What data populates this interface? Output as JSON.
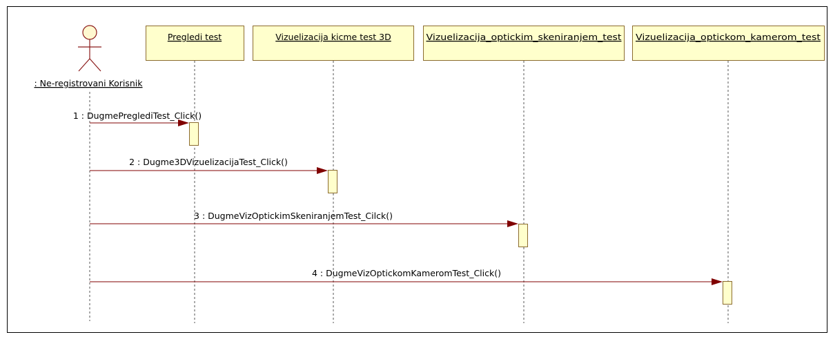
{
  "actor": {
    "label": ": Ne-registrovani Korisnik",
    "icon": "stick-figure-actor-icon"
  },
  "participants": [
    {
      "id": "p1",
      "label": "Pregledi test"
    },
    {
      "id": "p2",
      "label": "Vizuelizacija kicme test 3D"
    },
    {
      "id": "p3",
      "label": "Vizuelizacija_optickim_skeniranjem_test"
    },
    {
      "id": "p4",
      "label": "Vizuelizacija_optickom_kamerom_test"
    }
  ],
  "messages": [
    {
      "label": "1 : DugmePreglediTest_Click()",
      "to": "p1"
    },
    {
      "label": "2 : Dugme3DVizuelizacijaTest_Click()",
      "to": "p2"
    },
    {
      "label": "3 : DugmeVizOptickimSkeniranjemTest_Cilck()",
      "to": "p3"
    },
    {
      "label": "4 : DugmeVizOptickomKameromTest_Click()",
      "to": "p4"
    }
  ],
  "colors": {
    "box_fill": "#ffffcc",
    "box_stroke": "#8b6b2e",
    "message_line": "#800000",
    "lifeline": "#555555",
    "actor_stroke": "#8b1a1a",
    "frame": "#000000"
  }
}
